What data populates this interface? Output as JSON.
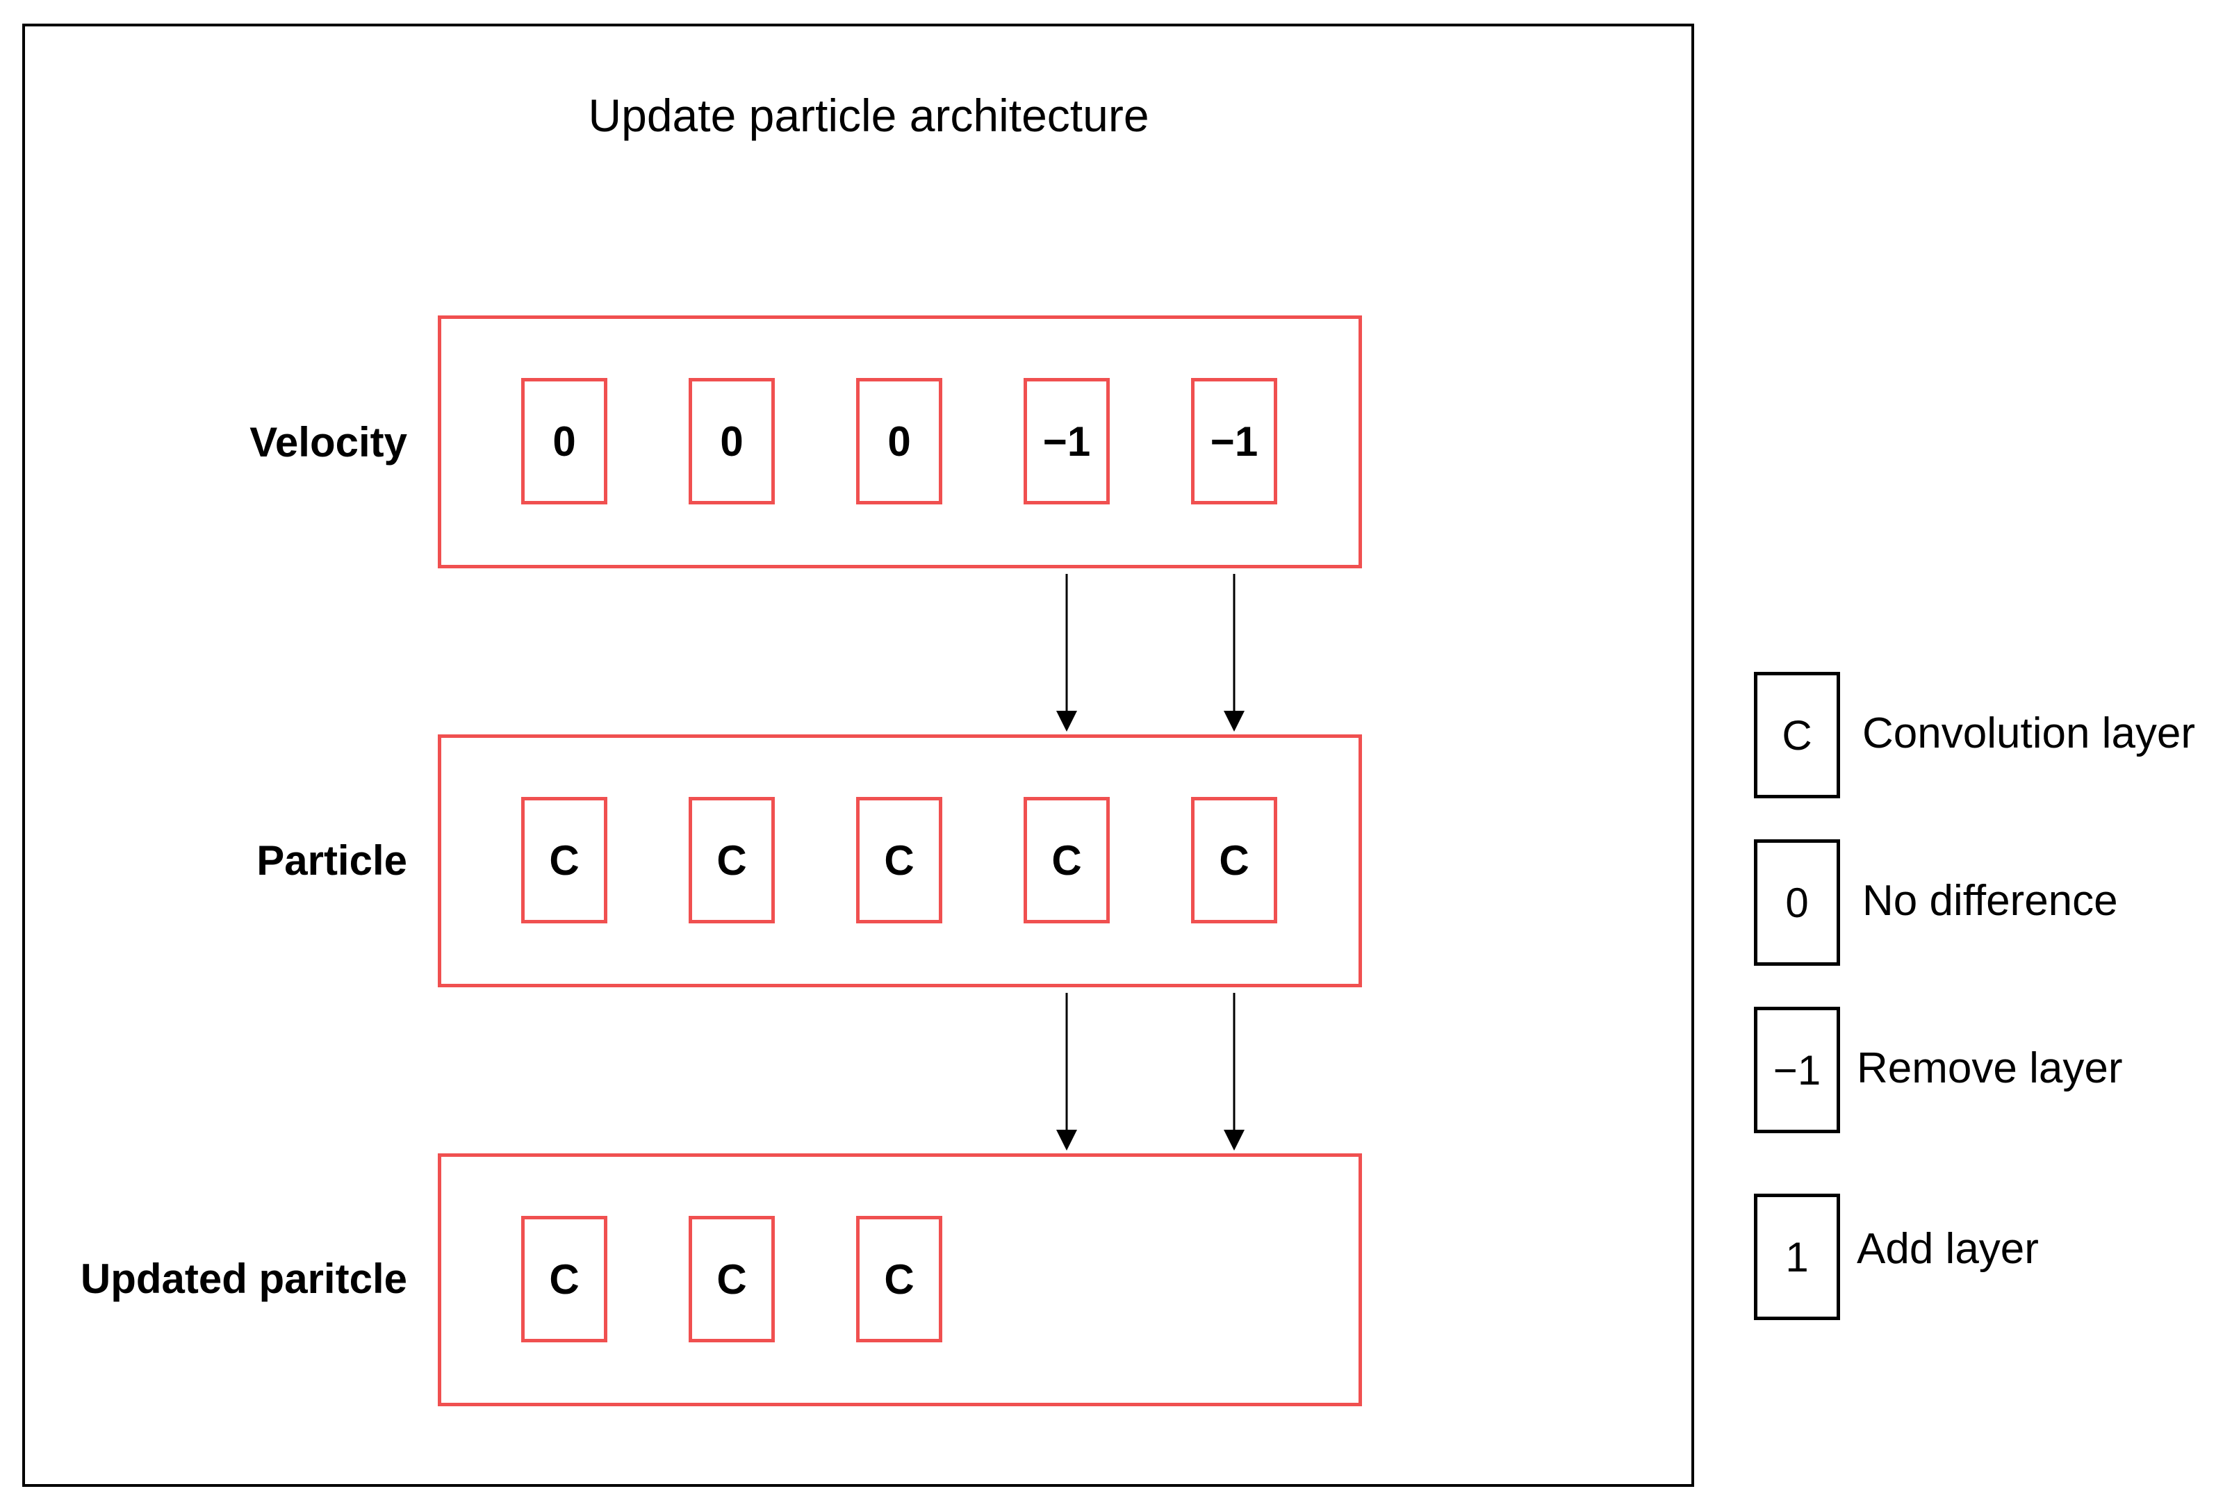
{
  "title": "Update particle architecture",
  "rows": [
    {
      "label": "Velocity",
      "cells": [
        "0",
        "0",
        "0",
        "−1",
        "−1"
      ]
    },
    {
      "label": "Particle",
      "cells": [
        "C",
        "C",
        "C",
        "C",
        "C"
      ]
    },
    {
      "label": "Updated paritcle",
      "cells": [
        "C",
        "C",
        "C"
      ]
    }
  ],
  "legend": [
    {
      "symbol": "C",
      "text": "Convolution layer"
    },
    {
      "symbol": "0",
      "text": "No difference"
    },
    {
      "symbol": "−1",
      "text": "Remove layer"
    },
    {
      "symbol": "1",
      "text": "Add layer"
    }
  ],
  "colors": {
    "group_border": "#f05050",
    "frame": "#000000"
  }
}
